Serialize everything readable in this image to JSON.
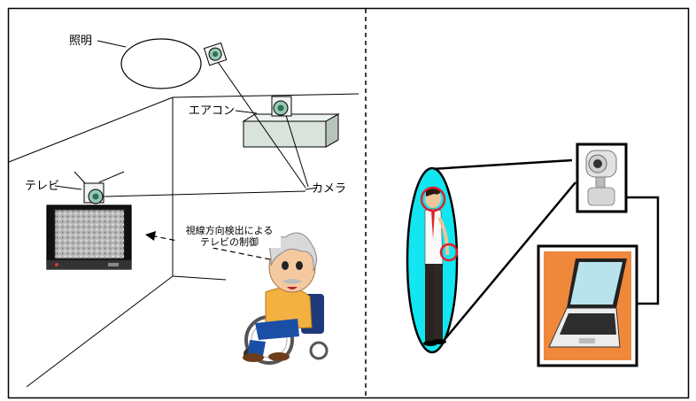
{
  "labels": {
    "lighting": "照明",
    "aircon": "エアコン",
    "tv": "テレビ",
    "camera": "カメラ"
  },
  "caption": {
    "line1": "視線方向検出による",
    "line2": "テレビの制御"
  },
  "colors": {
    "frame": "#000000",
    "aircon_body": "#d9e3dc",
    "camera_body": "#f2f2f2",
    "camera_lens": "#94c9b2",
    "tv_screen": "#b8b8b8",
    "cyan_oval": "#12e6f0",
    "highlight_ring": "#e0202a",
    "laptop_background": "#f0883c",
    "laptop_screen": "#b9e3ec"
  }
}
